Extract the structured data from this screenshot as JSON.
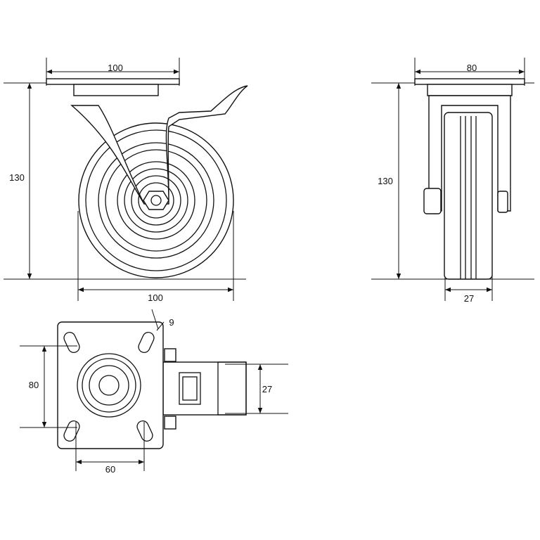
{
  "title": "Swivel caster with brake dimension drawing",
  "side_view": {
    "plate_width": "100",
    "height": "130",
    "wheel_diameter": "100"
  },
  "front_view": {
    "plate_width": "80",
    "height": "130",
    "wheel_width": "27"
  },
  "top_view": {
    "slot_width": "9",
    "hole_spacing_vertical": "80",
    "hole_spacing_horizontal": "60",
    "brake_width": "27"
  },
  "colors": {
    "line": "#111111",
    "background": "#ffffff"
  }
}
